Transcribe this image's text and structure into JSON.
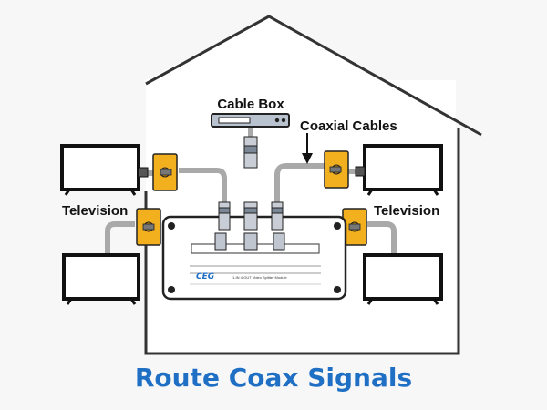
{
  "labels": {
    "cable_box": "Cable Box",
    "coaxial_cables": "Coaxial Cables",
    "television_left": "Television",
    "television_right": "Television"
  },
  "device": {
    "logo": "CEG",
    "model_text": "1-IN 4-OUT Video Splitter Module"
  },
  "title": "Route Coax Signals",
  "colors": {
    "title": "#1f6fc5",
    "connector": "#f2b01f",
    "cable": "#a9a9a9",
    "outline": "#222222"
  },
  "icons": [
    "house-outline",
    "television-icon",
    "cable-box-icon",
    "splitter-module-icon",
    "wall-plate-icon",
    "arrow-down-icon"
  ]
}
